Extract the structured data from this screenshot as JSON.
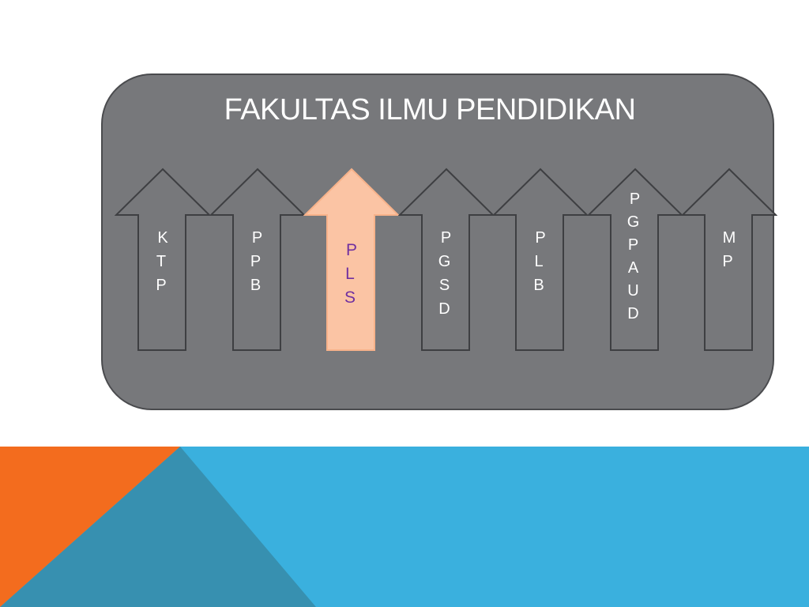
{
  "diagram": {
    "title": "FAKULTAS ILMU PENDIDIKAN",
    "units": [
      {
        "id": "ktp",
        "label": "K\nT\nP",
        "highlighted": false
      },
      {
        "id": "ppb",
        "label": "P\nP\nB",
        "highlighted": false
      },
      {
        "id": "pls",
        "label": "P\nL\nS",
        "highlighted": true
      },
      {
        "id": "pgsd",
        "label": "P\nG\nS\nD",
        "highlighted": false
      },
      {
        "id": "plb",
        "label": "P\nL\nB",
        "highlighted": false
      },
      {
        "id": "pgpaud",
        "label": "P\nG\nP\nA\nU\nD",
        "highlighted": false
      },
      {
        "id": "mp",
        "label": "M\nP",
        "highlighted": false
      }
    ]
  },
  "colors": {
    "panel": "#77787b",
    "arrow_default": "#77787b",
    "arrow_highlight": "#fbc4a4",
    "highlight_text": "#7030a0",
    "band_blue": "#3ab0de",
    "band_teal": "#3790b0",
    "band_orange": "#f36c1e"
  }
}
